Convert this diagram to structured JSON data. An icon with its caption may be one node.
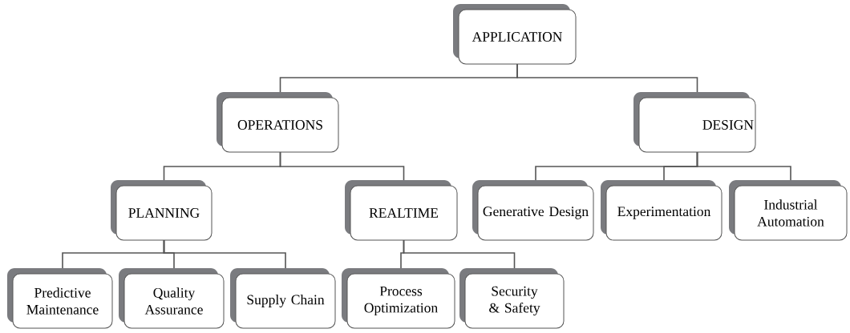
{
  "diagram": {
    "nodes": [
      {
        "text": [
          "APPLICATION"
        ]
      },
      {
        "text": [
          "OPERATIONS"
        ]
      },
      {
        "text": [
          "DESIGN"
        ]
      },
      {
        "text": [
          "PLANNING"
        ]
      },
      {
        "text": [
          "REALTIME"
        ]
      },
      {
        "text": [
          "Generative Design"
        ]
      },
      {
        "text": [
          "Experimentation"
        ]
      },
      {
        "text": [
          "Industrial Automation"
        ]
      },
      {
        "text": [
          "Predictive Maintenance"
        ]
      },
      {
        "text": [
          "Quality Assurance"
        ]
      },
      {
        "text": [
          "Supply Chain"
        ]
      },
      {
        "text": [
          "Process Optimization"
        ]
      },
      {
        "text": [
          "Security & Safety"
        ]
      }
    ],
    "edges": [
      {
        "from": 0,
        "to": 1,
        "arrow": "none"
      },
      {
        "from": 0,
        "to": 2,
        "arrow": "none"
      },
      {
        "from": 1,
        "to": 3,
        "arrow": "none"
      },
      {
        "from": 1,
        "to": 4,
        "arrow": "none"
      },
      {
        "from": 2,
        "to": 5,
        "arrow": "none"
      },
      {
        "from": 2,
        "to": 6,
        "arrow": "none"
      },
      {
        "from": 2,
        "to": 7,
        "arrow": "none"
      },
      {
        "from": 3,
        "to": 8,
        "arrow": "none"
      },
      {
        "from": 3,
        "to": 9,
        "arrow": "none"
      },
      {
        "from": 3,
        "to": 10,
        "arrow": "none"
      },
      {
        "from": 4,
        "to": 11,
        "arrow": "none"
      },
      {
        "from": 4,
        "to": 12,
        "arrow": "none"
      }
    ]
  }
}
